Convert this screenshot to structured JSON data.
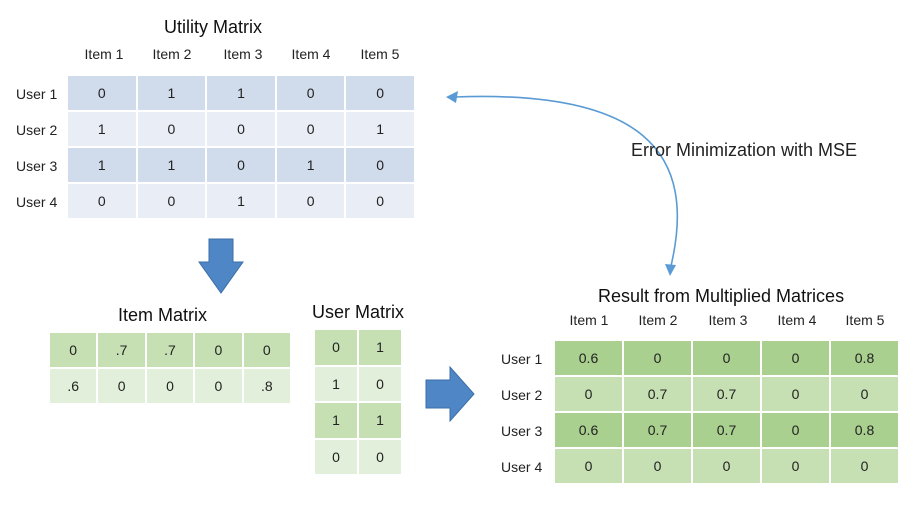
{
  "utility": {
    "title": "Utility Matrix",
    "columns": [
      "Item 1",
      "Item 2",
      "Item 3",
      "Item 4",
      "Item 5"
    ],
    "rows": [
      "User 1",
      "User 2",
      "User 3",
      "User 4"
    ],
    "values": [
      [
        "0",
        "1",
        "1",
        "0",
        "0"
      ],
      [
        "1",
        "0",
        "0",
        "0",
        "1"
      ],
      [
        "1",
        "1",
        "0",
        "1",
        "0"
      ],
      [
        "0",
        "0",
        "1",
        "0",
        "0"
      ]
    ],
    "colors": {
      "dark": "#d0dbeb",
      "light": "#e8edf6"
    }
  },
  "item_matrix": {
    "title": "Item Matrix",
    "values": [
      [
        "0",
        ".7",
        ".7",
        "0",
        "0"
      ],
      [
        ".6",
        "0",
        "0",
        "0",
        ".8"
      ]
    ]
  },
  "user_matrix": {
    "title": "User Matrix",
    "values": [
      [
        "0",
        "1"
      ],
      [
        "1",
        "0"
      ],
      [
        "1",
        "1"
      ],
      [
        "0",
        "0"
      ]
    ]
  },
  "result": {
    "title": "Result from Multiplied Matrices",
    "columns": [
      "Item 1",
      "Item 2",
      "Item 3",
      "Item 4",
      "Item 5"
    ],
    "rows": [
      "User 1",
      "User 2",
      "User 3",
      "User 4"
    ],
    "values": [
      [
        "0.6",
        "0",
        "0",
        "0",
        "0.8"
      ],
      [
        "0",
        "0.7",
        "0.7",
        "0",
        "0"
      ],
      [
        "0.6",
        "0.7",
        "0.7",
        "0",
        "0.8"
      ],
      [
        "0",
        "0",
        "0",
        "0",
        "0"
      ]
    ],
    "colors": {
      "dark": "#a9d08e",
      "mid": "#c6e0b4",
      "light": "#e2efda"
    }
  },
  "feedback_label": "Error Minimization with MSE",
  "arrow_color": "#5b9bd5"
}
